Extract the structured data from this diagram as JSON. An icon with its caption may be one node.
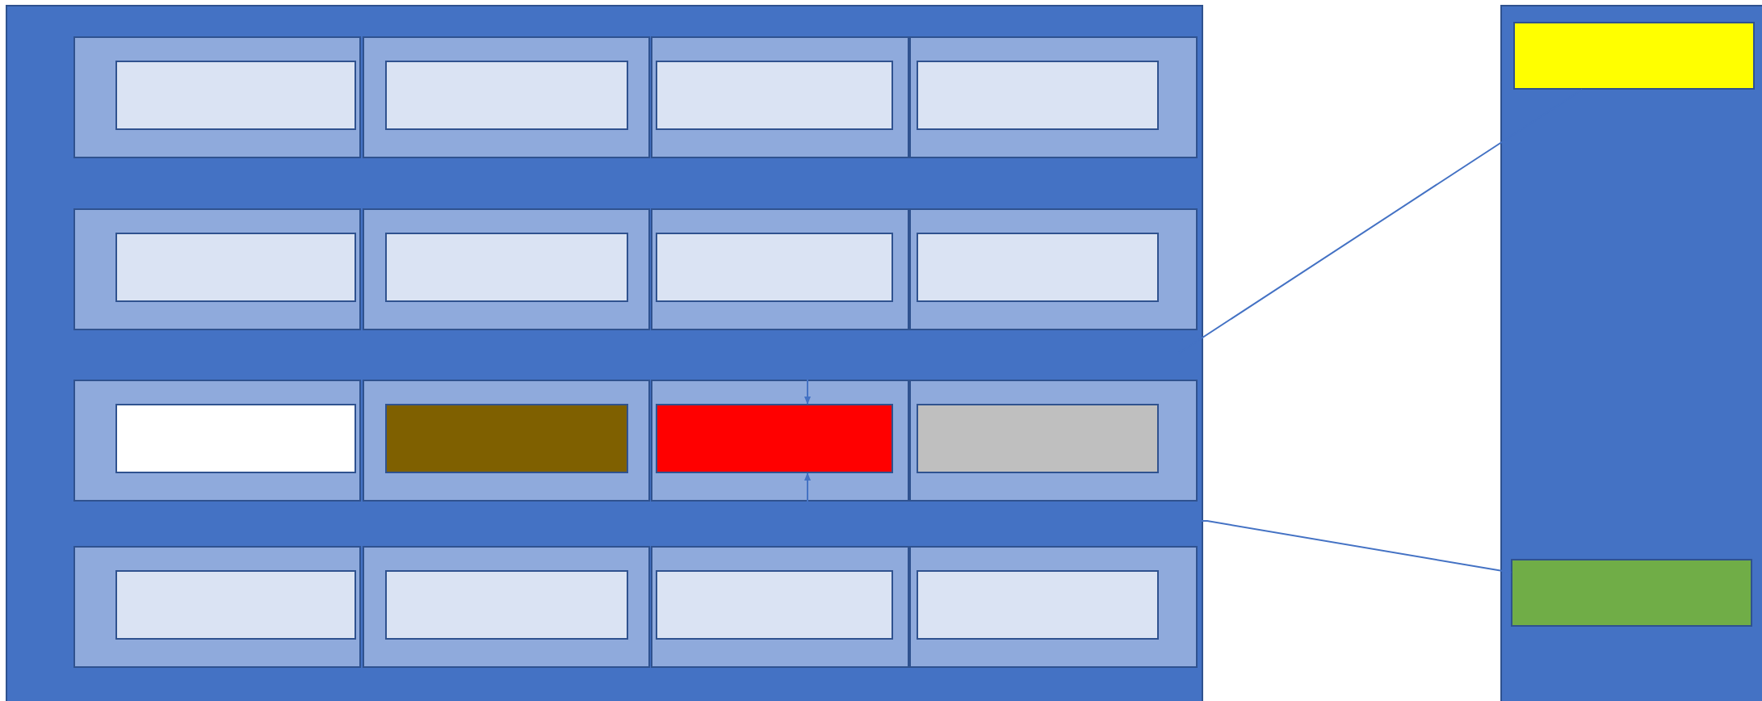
{
  "diagram": {
    "nodes": [
      {
        "text": [],
        "shape": "box"
      },
      {
        "text": [],
        "shape": "box",
        "in": 0
      },
      {
        "text": [],
        "shape": "box",
        "in": 1
      },
      {
        "text": [],
        "shape": "box",
        "in": 0
      },
      {
        "text": [],
        "shape": "box",
        "in": 3
      },
      {
        "text": [],
        "shape": "box",
        "in": 0
      },
      {
        "text": [],
        "shape": "box",
        "in": 5
      },
      {
        "text": [],
        "shape": "box",
        "in": 0
      },
      {
        "text": [],
        "shape": "box",
        "in": 7
      },
      {
        "text": [],
        "shape": "box",
        "in": 0
      },
      {
        "text": [],
        "shape": "box",
        "in": 9
      },
      {
        "text": [],
        "shape": "box",
        "in": 0
      },
      {
        "text": [],
        "shape": "box",
        "in": 11
      },
      {
        "text": [],
        "shape": "box",
        "in": 0
      },
      {
        "text": [],
        "shape": "box",
        "in": 13
      },
      {
        "text": [],
        "shape": "box",
        "in": 0
      },
      {
        "text": [],
        "shape": "box",
        "in": 15
      },
      {
        "text": [],
        "shape": "box",
        "in": 0
      },
      {
        "text": [],
        "shape": "box",
        "in": 17
      },
      {
        "text": [],
        "shape": "box",
        "in": 0
      },
      {
        "text": [],
        "shape": "box",
        "in": 19
      },
      {
        "text": [],
        "shape": "box",
        "in": 0
      },
      {
        "text": [],
        "shape": "box",
        "in": 21
      },
      {
        "text": [],
        "shape": "box",
        "in": 0
      },
      {
        "text": [],
        "shape": "box",
        "in": 23
      },
      {
        "text": [],
        "shape": "box",
        "in": 0
      },
      {
        "text": [],
        "shape": "box",
        "in": 25
      },
      {
        "text": [],
        "shape": "box",
        "in": 0
      },
      {
        "text": [],
        "shape": "box",
        "in": 27
      },
      {
        "text": [],
        "shape": "box",
        "in": 0
      },
      {
        "text": [],
        "shape": "box",
        "in": 29
      },
      {
        "text": [],
        "shape": "box",
        "in": 0
      },
      {
        "text": [],
        "shape": "box",
        "in": 31
      },
      {
        "text": [],
        "shape": "box"
      },
      {
        "text": [],
        "shape": "box",
        "in": 33
      },
      {
        "text": [],
        "shape": "box",
        "in": 33
      }
    ],
    "edges": [
      {
        "from": 34,
        "to": 22,
        "arrow": "to"
      },
      {
        "from": 35,
        "to": 22,
        "arrow": "to"
      }
    ]
  }
}
